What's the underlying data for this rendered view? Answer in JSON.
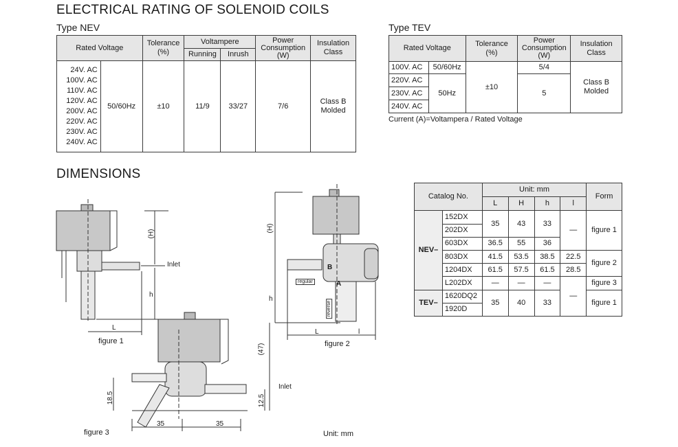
{
  "titles": {
    "main": "ELECTRICAL RATING OF SOLENOID COILS",
    "nev": "Type NEV",
    "tev": "Type TEV",
    "dimensions": "DIMENSIONS"
  },
  "nev_table": {
    "headers": {
      "rated_voltage": "Rated Voltage",
      "tolerance": "Tolerance\n(%)",
      "voltampere": "Voltampere",
      "running": "Running",
      "inrush": "Inrush",
      "power": "Power\nConsumption\n(W)",
      "insulation": "Insulation\nClass"
    },
    "voltages": [
      "24V. AC",
      "100V. AC",
      "110V. AC",
      "120V. AC",
      "200V. AC",
      "220V. AC",
      "230V. AC",
      "240V. AC"
    ],
    "frequency": "50/60Hz",
    "tolerance": "±10",
    "running": "11/9",
    "inrush": "33/27",
    "power": "7/6",
    "insulation": "Class B\nMolded"
  },
  "tev_table": {
    "headers": {
      "rated_voltage": "Rated Voltage",
      "tolerance": "Tolerance\n(%)",
      "power": "Power\nConsumption\n(W)",
      "insulation": "Insulation\nClass"
    },
    "rows": [
      {
        "voltage": "100V. AC",
        "freq": "50/60Hz",
        "power": "5/4"
      },
      {
        "voltage": "220V. AC",
        "freq": "",
        "power": ""
      },
      {
        "voltage": "230V. AC",
        "freq": "50Hz",
        "power": "5"
      },
      {
        "voltage": "240V. AC",
        "freq": "",
        "power": ""
      }
    ],
    "tolerance": "±10",
    "insulation": "Class B\nMolded",
    "note": "Current (A)=Voltampera / Rated Voltage"
  },
  "dim_table": {
    "headers": {
      "catalog": "Catalog No.",
      "unit": "Unit: mm",
      "L": "L",
      "H": "H",
      "h": "h",
      "l": "l",
      "form": "Form"
    },
    "groups": {
      "nev": "NEV–",
      "tev": "TEV–"
    },
    "rows": [
      {
        "cat": "152DX",
        "L": "35",
        "H": "43",
        "h": "33",
        "l": "—",
        "form": "figure 1"
      },
      {
        "cat": "202DX",
        "L": "",
        "H": "",
        "h": "",
        "l": "",
        "form": ""
      },
      {
        "cat": "603DX",
        "L": "36.5",
        "H": "55",
        "h": "36",
        "l": "",
        "form": ""
      },
      {
        "cat": "803DX",
        "L": "41.5",
        "H": "53.5",
        "h": "38.5",
        "l": "22.5",
        "form": "figure 2"
      },
      {
        "cat": "1204DX",
        "L": "61.5",
        "H": "57.5",
        "h": "61.5",
        "l": "28.5",
        "form": ""
      },
      {
        "cat": "L202DX",
        "L": "—",
        "H": "—",
        "h": "—",
        "l": "",
        "form": "figure 3"
      },
      {
        "cat": "1620DQ2",
        "L": "35",
        "H": "40",
        "h": "33",
        "l": "—",
        "form": "figure 1"
      },
      {
        "cat": "1920D",
        "L": "",
        "H": "",
        "h": "",
        "l": "",
        "form": ""
      }
    ]
  },
  "drawings": {
    "fig1": {
      "caption": "figure 1",
      "H": "(H)",
      "h": "h",
      "L": "L",
      "inlet": "Inlet"
    },
    "fig2": {
      "caption": "figure 2",
      "H": "(H)",
      "h": "h",
      "L": "L",
      "l": "l",
      "B": "B",
      "A": "A",
      "regular": "regular",
      "reverse": "reverse"
    },
    "fig3": {
      "caption": "figure 3",
      "d47": "(47)",
      "d185": "18.5",
      "d125": "12.5",
      "d35a": "35",
      "d35b": "35",
      "inlet": "Inlet"
    },
    "unit": "Unit: mm"
  }
}
